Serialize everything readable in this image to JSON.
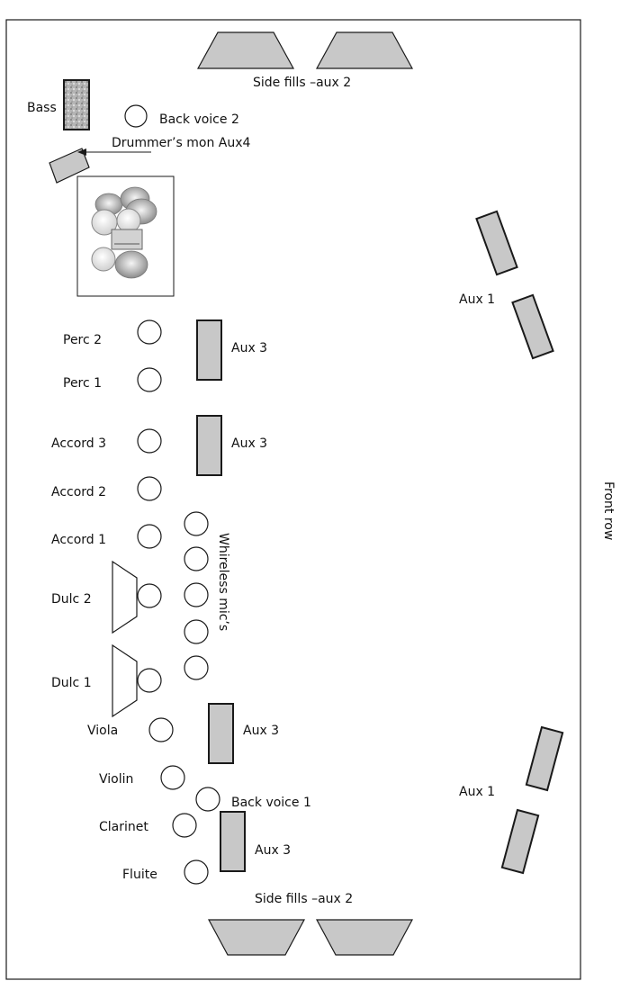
{
  "labels": {
    "side_fills_top": "Side fills –aux 2",
    "side_fills_bottom": "Side fills –aux 2",
    "bass": "Bass",
    "back_voice_2": "Back voice 2",
    "drummers_mon": "Drummer’s mon Aux4",
    "aux1_upper": "Aux 1",
    "aux1_lower": "Aux 1",
    "perc2": "Perc 2",
    "perc1": "Perc 1",
    "aux3_a": "Aux 3",
    "aux3_b": "Aux 3",
    "aux3_c": "Aux 3",
    "aux3_d": "Aux 3",
    "accord3": "Accord 3",
    "accord2": "Accord 2",
    "accord1": "Accord 1",
    "wireless": "Whireless mic’s",
    "dulc2": "Dulc 2",
    "dulc1": "Dulc 1",
    "viola": "Viola",
    "violin": "Violin",
    "back_voice_1": "Back voice 1",
    "clarinet": "Clarinet",
    "fluite": "Fluite",
    "front_row": "Front row"
  },
  "colors": {
    "monitor_fill": "#c8c8c8",
    "outline": "#1a1a1a",
    "bass_fill": "#a9a9a9"
  },
  "icons": {
    "drum_kit": "drum-kit-icon",
    "bass_amp": "bass-amp-icon"
  }
}
